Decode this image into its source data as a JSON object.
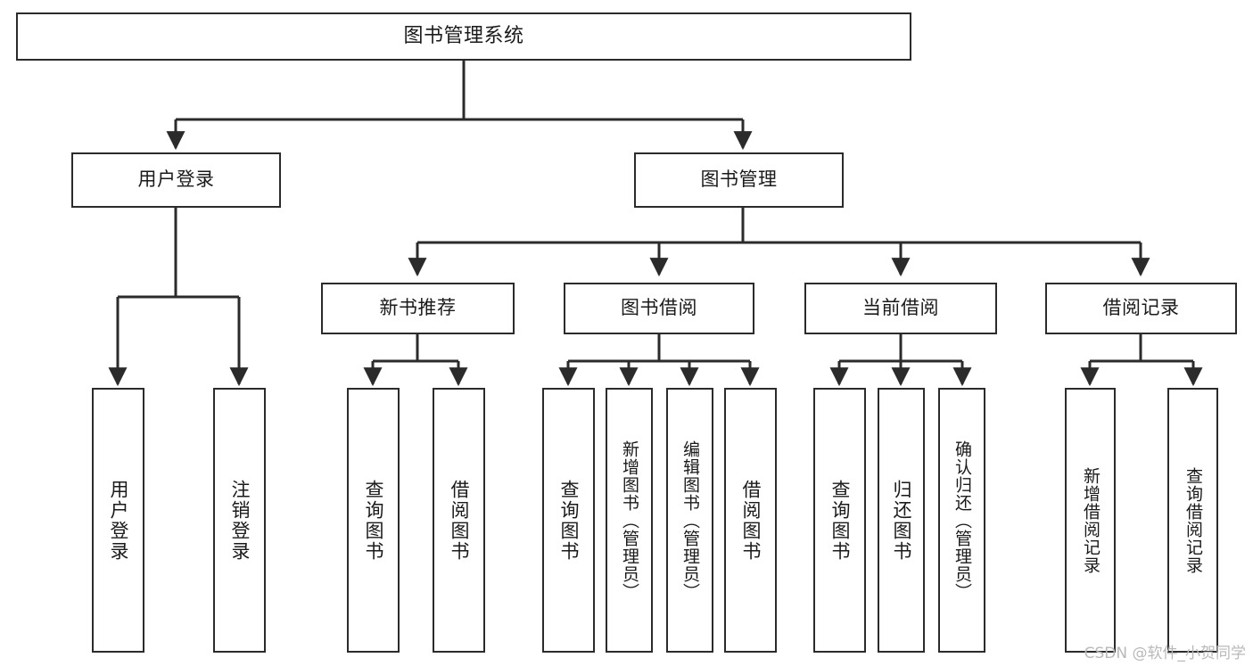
{
  "diagram": {
    "type": "tree",
    "title": "图书管理系统",
    "watermark": "CSDN @软件_小贺同学",
    "colors": {
      "node_border": "#2b2b2b",
      "node_fill": "#ffffff",
      "edge": "#2b2b2b",
      "text": "#1a1a1a",
      "watermark": "#b9b9b9"
    },
    "nodes": {
      "root": {
        "label": "图书管理系统"
      },
      "level2": [
        {
          "id": "user_login",
          "label": "用户登录"
        },
        {
          "id": "book_manage",
          "label": "图书管理"
        }
      ],
      "level3": [
        {
          "id": "new_book_rec",
          "label": "新书推荐"
        },
        {
          "id": "book_borrow",
          "label": "图书借阅"
        },
        {
          "id": "current_borrow",
          "label": "当前借阅"
        },
        {
          "id": "borrow_record",
          "label": "借阅记录"
        }
      ],
      "leaves": [
        {
          "id": "leaf_user_login",
          "label": "用户登录",
          "parent": "user_login"
        },
        {
          "id": "leaf_user_logout",
          "label": "注销登录",
          "parent": "user_login"
        },
        {
          "id": "leaf_query_book_1",
          "label": "查询图书",
          "parent": "new_book_rec"
        },
        {
          "id": "leaf_borrow_book_1",
          "label": "借阅图书",
          "parent": "new_book_rec"
        },
        {
          "id": "leaf_query_book_2",
          "label": "查询图书",
          "parent": "book_borrow"
        },
        {
          "id": "leaf_add_book",
          "label": "新增图书（管理员）",
          "parent": "book_borrow"
        },
        {
          "id": "leaf_edit_book",
          "label": "编辑图书（管理员）",
          "parent": "book_borrow"
        },
        {
          "id": "leaf_borrow_book_2",
          "label": "借阅图书",
          "parent": "book_borrow"
        },
        {
          "id": "leaf_query_book_3",
          "label": "查询图书",
          "parent": "current_borrow"
        },
        {
          "id": "leaf_return_book",
          "label": "归还图书",
          "parent": "current_borrow"
        },
        {
          "id": "leaf_confirm_return",
          "label": "确认归还（管理员）",
          "parent": "current_borrow"
        },
        {
          "id": "leaf_add_record",
          "label": "新增借阅记录",
          "parent": "borrow_record"
        },
        {
          "id": "leaf_query_record",
          "label": "查询借阅记录",
          "parent": "borrow_record"
        }
      ]
    }
  }
}
